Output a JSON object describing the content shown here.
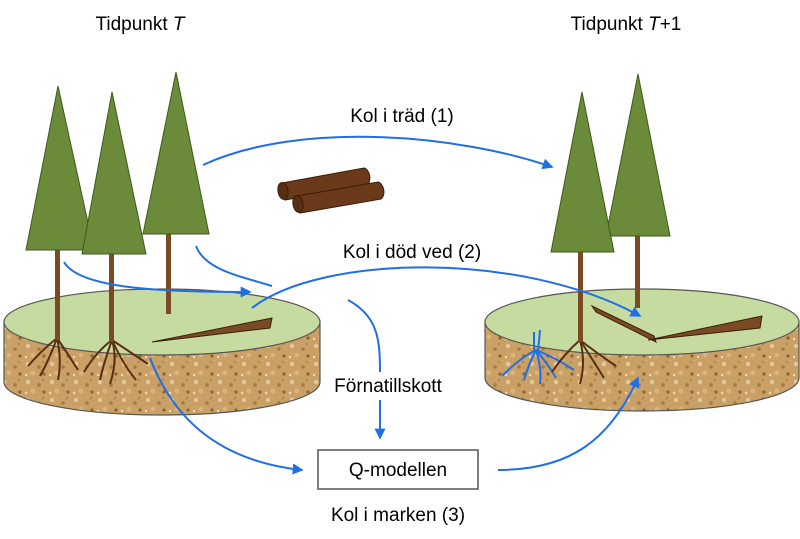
{
  "timepoints": {
    "left": {
      "text": "Tidpunkt ",
      "var": "T",
      "suffix": ""
    },
    "right": {
      "text": "Tidpunkt ",
      "var": "T",
      "suffix": "+1"
    }
  },
  "labels": {
    "trees": "Kol i träd (1)",
    "dead_wood": "Kol i död ved (2)",
    "litter": "Förnatillskott",
    "model": "Q-modellen",
    "soil": "Kol i marken (3)"
  },
  "colors": {
    "arrow": "#1f6fe6",
    "tree": "#6b8a3a",
    "trunk": "#7a4a22",
    "ground_top": "#c6dba0",
    "soil": "#c9a066",
    "log": "#6b3a1a"
  }
}
